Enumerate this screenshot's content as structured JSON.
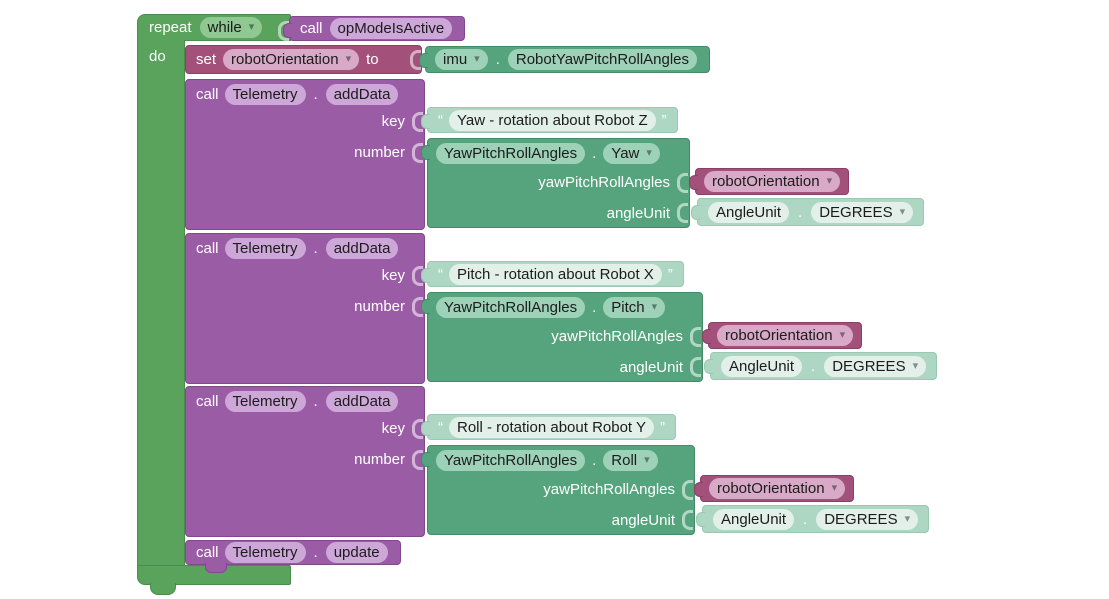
{
  "ui": {
    "dot": ".",
    "quote_open": "“",
    "quote_close": "”",
    "dropdown_arrow": "▾"
  },
  "palette": {
    "loop_green": "#5aa35c",
    "procedure_purple": "#9b5ca6",
    "variable_pink": "#a3517b",
    "device_teal": "#55a47d",
    "enum_mint": "#aed7c3"
  },
  "repeat": {
    "label": "repeat",
    "mode": "while",
    "do_label": "do",
    "condition": {
      "call_label": "call",
      "name": "opModeIsActive"
    }
  },
  "set": {
    "label": "set",
    "variable": "robotOrientation",
    "to_label": "to",
    "value": {
      "device": "imu",
      "method": "RobotYawPitchRollAngles"
    }
  },
  "calls": [
    {
      "call_label": "call",
      "component": "Telemetry",
      "method": "addData",
      "key_label": "key",
      "key_text": "Yaw - rotation about Robot Z",
      "number_label": "number",
      "number": {
        "class": "YawPitchRollAngles",
        "property": "Yaw",
        "angles_label": "yawPitchRollAngles",
        "angles_variable": "robotOrientation",
        "unit_label": "angleUnit",
        "unit_class": "AngleUnit",
        "unit_value": "DEGREES"
      }
    },
    {
      "call_label": "call",
      "component": "Telemetry",
      "method": "addData",
      "key_label": "key",
      "key_text": "Pitch - rotation about Robot X",
      "number_label": "number",
      "number": {
        "class": "YawPitchRollAngles",
        "property": "Pitch",
        "angles_label": "yawPitchRollAngles",
        "angles_variable": "robotOrientation",
        "unit_label": "angleUnit",
        "unit_class": "AngleUnit",
        "unit_value": "DEGREES"
      }
    },
    {
      "call_label": "call",
      "component": "Telemetry",
      "method": "addData",
      "key_label": "key",
      "key_text": "Roll - rotation about Robot Y",
      "number_label": "number",
      "number": {
        "class": "YawPitchRollAngles",
        "property": "Roll",
        "angles_label": "yawPitchRollAngles",
        "angles_variable": "robotOrientation",
        "unit_label": "angleUnit",
        "unit_class": "AngleUnit",
        "unit_value": "DEGREES"
      }
    }
  ],
  "update": {
    "call_label": "call",
    "component": "Telemetry",
    "method": "update"
  }
}
